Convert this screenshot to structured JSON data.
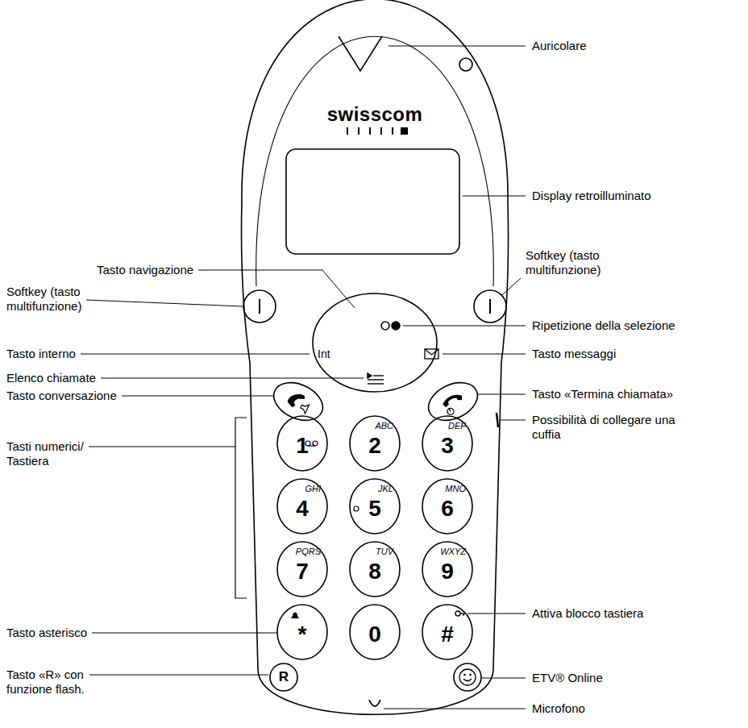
{
  "diagram": {
    "nodes": [
      {
        "text": [
          "Int"
        ]
      },
      {
        "text": [
          "1"
        ]
      },
      {
        "text": [
          "2",
          "ABC"
        ]
      },
      {
        "text": [
          "3",
          "DEF"
        ]
      },
      {
        "text": [
          "4",
          "GHI"
        ]
      },
      {
        "text": [
          "5",
          "JKL"
        ]
      },
      {
        "text": [
          "6",
          "MNO"
        ]
      },
      {
        "text": [
          "7",
          "PQRS"
        ]
      },
      {
        "text": [
          "8",
          "TUV"
        ]
      },
      {
        "text": [
          "9",
          "WXYZ"
        ]
      },
      {
        "text": [
          "*"
        ]
      },
      {
        "text": [
          "0"
        ]
      },
      {
        "text": [
          "#"
        ]
      },
      {
        "text": [
          "R"
        ]
      }
    ],
    "labels": [
      "swisscom",
      "Auricolare",
      "Display retroilluminato",
      "Tasto navigazione",
      "Softkey (tasto multifunzione)",
      "Softkey (tasto multifunzione)",
      "Ripetizione della selezione",
      "Tasto interno",
      "Tasto messaggi",
      "Elenco chiamate",
      "Tasto «Termina chiamata»",
      "Tasto conversazione",
      "Possibilità di collegare una cuffia",
      "Tasti numerici/ Tastiera",
      "Attiva blocco tastiera",
      "Tasto asterisco",
      "ETV® Online",
      "Tasto «R» con funzione flash.",
      "Microfono"
    ]
  }
}
